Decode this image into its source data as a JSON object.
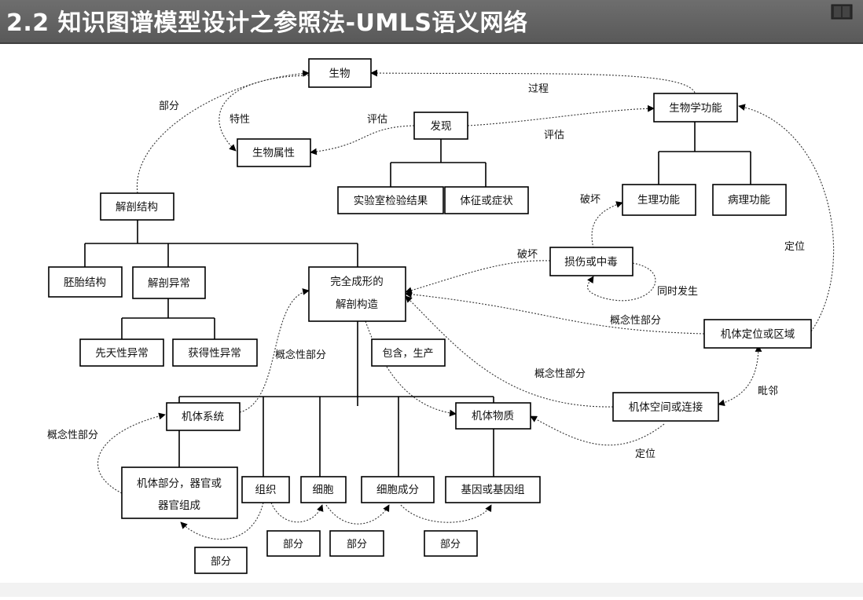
{
  "slide": {
    "title": "2.2 知识图谱模型设计之参照法-UMLS语义网络"
  },
  "icons": {
    "corner": "book-icon"
  },
  "colors": {
    "title_bar": "#626262",
    "title_text": "#ffffff",
    "line": "#000000"
  },
  "nodes": {
    "organism": "生物",
    "organism_attribute": "生物属性",
    "finding": "发现",
    "lab_result": "实验室检验结果",
    "sign_symptom": "体征或症状",
    "biologic_function": "生物学功能",
    "physiologic_function": "生理功能",
    "pathologic_function": "病理功能",
    "anatomical_structure": "解剖结构",
    "embryonic_structure": "胚胎结构",
    "anatomical_abnormality": "解剖异常",
    "congenital_abnormality": "先天性异常",
    "acquired_abnormality": "获得性异常",
    "fully_formed_line1": "完全成形的",
    "fully_formed_line2": "解剖构造",
    "injury_poisoning": "损伤或中毒",
    "body_location": "机体定位或区域",
    "body_space": "机体空间或连接",
    "body_system": "机体系统",
    "body_substance": "机体物质",
    "body_part_line1": "机体部分，器官或",
    "body_part_line2": "器官组成",
    "tissue": "组织",
    "cell": "细胞",
    "cell_component": "细胞成分",
    "gene": "基因或基因组"
  },
  "relations": {
    "part_of_top": "部分",
    "property_of": "特性",
    "evaluation_1": "评估",
    "evaluation_2": "评估",
    "process_of": "过程",
    "disrupts_1": "破坏",
    "disrupts_2": "破坏",
    "co_occurs": "同时发生",
    "location_of": "定位",
    "conceptual_part_1": "概念性部分",
    "conceptual_part_2": "概念性部分",
    "conceptual_part_3": "概念性部分",
    "conceptual_part_4": "概念性部分",
    "contains_produces": "包含，生产",
    "adjacent_to": "毗邻",
    "location_of_2": "定位",
    "part_of_1": "部分",
    "part_of_2": "部分",
    "part_of_3": "部分",
    "part_of_4": "部分"
  }
}
